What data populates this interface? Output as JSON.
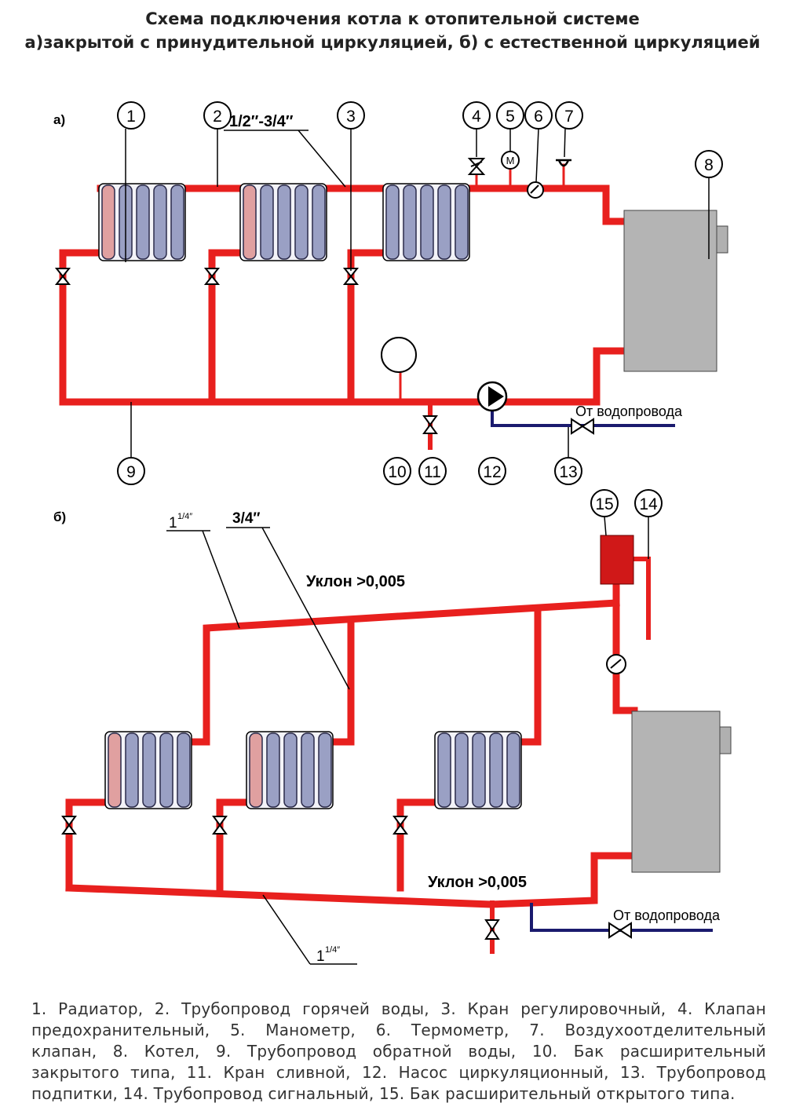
{
  "title": {
    "line1": "Схема  подключения котла  к отопительной системе",
    "line2": "а)закрытой с принудительной циркуляцией, б) с естественной циркуляцией"
  },
  "colors": {
    "pipe_hot": "#e8201e",
    "pipe_feed": "#1a1a6e",
    "radiator": "#9aa0c4",
    "boiler": "#b0b0b0",
    "tank15": "#d01818"
  },
  "scheme_a": {
    "label": "а)",
    "callouts": [
      "1",
      "2",
      "3",
      "4",
      "5",
      "6",
      "7",
      "8",
      "9",
      "10",
      "11",
      "12",
      "13"
    ],
    "pipe_size": "1/2″-3/4″",
    "feed_label": "От водопровода"
  },
  "scheme_b": {
    "label": "б)",
    "callouts": [
      "15",
      "14"
    ],
    "pipe_size_1": "1",
    "pipe_size_1_sup": "1/4″",
    "pipe_size_2": "3/4″",
    "slope_top": "Уклон >0,005",
    "slope_bottom": "Уклон >0,005",
    "pipe_size_3": "1",
    "pipe_size_3_sup": "1/4″",
    "feed_label": "От водопровода"
  },
  "legend": {
    "line1": "1. Радиатор, 2. Трубопровод горячей воды, 3. Кран регулировочный, 4. Клапан",
    "line2": "предохранительный,  5. Манометр,  6. Термометр,  7. Воздухоотделительный",
    "line3": "клапан,   8. Котел,    9. Трубопровод обратной воды,    10. Бак расширительный",
    "line4": "закрытого типа, 11. Кран сливной, 12. Насос циркуляционный, 13. Трубопровод",
    "line5": "подпитки, 14. Трубопровод сигнальный, 15. Бак расширительный открытого типа."
  }
}
